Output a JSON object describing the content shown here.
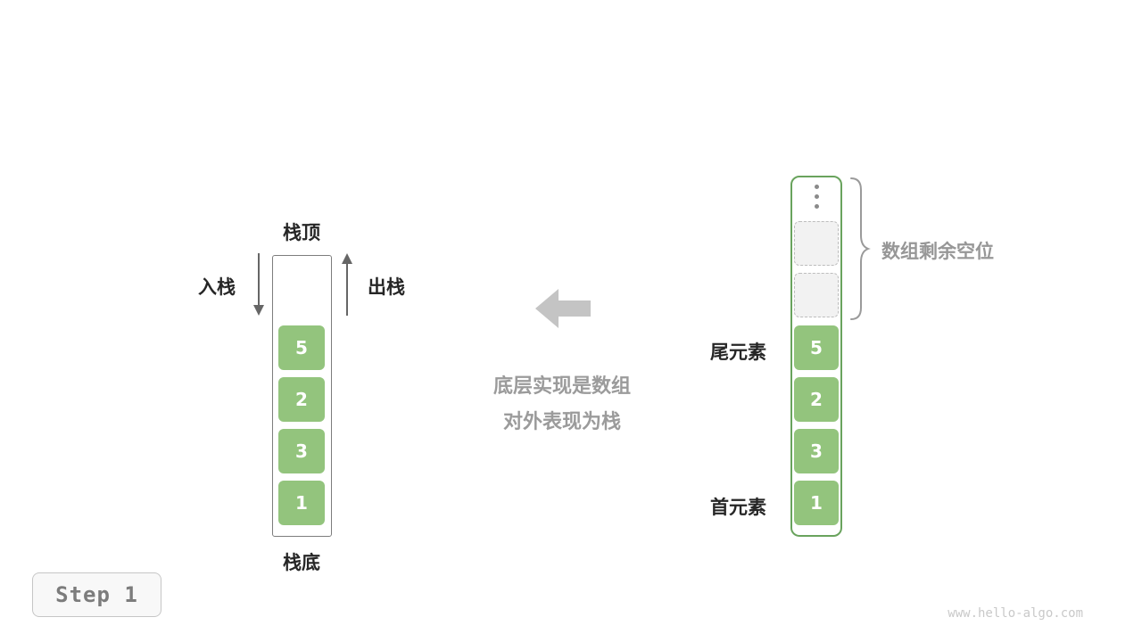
{
  "colors": {
    "cell_green": "#93c47d",
    "array_border_green": "#69a35d",
    "gray_text": "#9b9b9b",
    "dark_text": "#262626",
    "big_arrow_gray": "#c4c4c4",
    "dashed_slot_fill": "#f2f2f2",
    "watermark_gray": "#c9c9c9"
  },
  "stack": {
    "top_label": "栈顶",
    "bottom_label": "栈底",
    "push_label": "入栈",
    "pop_label": "出栈",
    "cells": [
      "5",
      "2",
      "3",
      "1"
    ]
  },
  "caption": {
    "line1": "底层实现是数组",
    "line2": "对外表现为栈"
  },
  "array": {
    "tail_label": "尾元素",
    "head_label": "首元素",
    "remaining_label": "数组剩余空位",
    "empty_slot_count": 2,
    "cells": [
      "5",
      "2",
      "3",
      "1"
    ]
  },
  "footer": {
    "step_label": "Step 1",
    "watermark": "www.hello-algo.com"
  }
}
